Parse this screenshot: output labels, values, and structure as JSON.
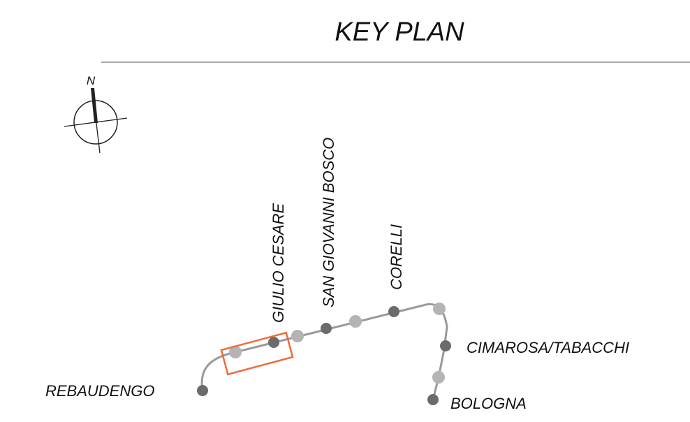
{
  "title": "KEY PLAN",
  "compass": {
    "north_label": "N"
  },
  "colors": {
    "line": "#9a9a9a",
    "station_primary": "#6b6b6b",
    "station_secondary": "#b4b4b4",
    "highlight": "#f06a3a",
    "rule": "#7a7a7a"
  },
  "stations": [
    {
      "name": "REBAUDENGO",
      "type": "primary"
    },
    {
      "name": "",
      "type": "secondary"
    },
    {
      "name": "GIULIO CESARE",
      "type": "primary"
    },
    {
      "name": "",
      "type": "secondary"
    },
    {
      "name": "SAN GIOVANNI BOSCO",
      "type": "primary"
    },
    {
      "name": "",
      "type": "secondary"
    },
    {
      "name": "CORELLI",
      "type": "primary"
    },
    {
      "name": "",
      "type": "secondary"
    },
    {
      "name": "CIMAROSA/TABACCHI",
      "type": "primary"
    },
    {
      "name": "",
      "type": "secondary"
    },
    {
      "name": "BOLOGNA",
      "type": "primary"
    }
  ],
  "highlighted_section": "GIULIO CESARE"
}
